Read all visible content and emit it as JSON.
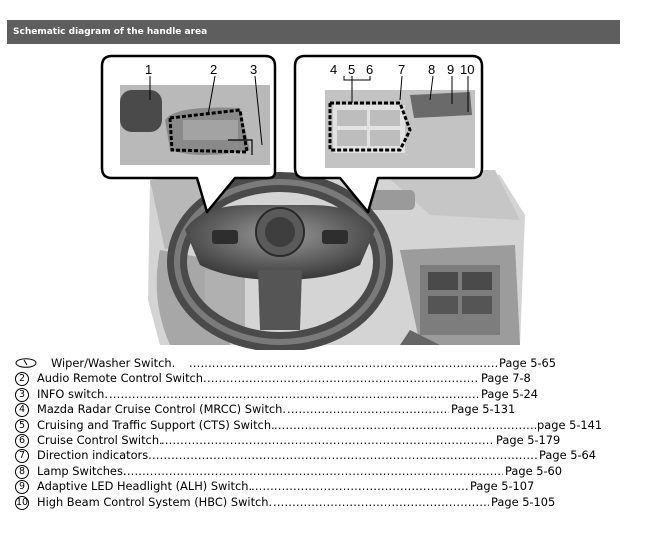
{
  "header": {
    "title": "Schematic diagram of the handle area"
  },
  "callouts": [
    "1",
    "2",
    "3",
    "4",
    "5",
    "6",
    "7",
    "8",
    "9",
    "10"
  ],
  "items": [
    {
      "num": "",
      "label": "Wiper/Washer Switch.",
      "page": "Page 5-65"
    },
    {
      "num": "2",
      "label": "Audio Remote Control Switch.",
      "page": "Page 7-8"
    },
    {
      "num": "3",
      "label": "INFO switch.",
      "page": "Page 5-24"
    },
    {
      "num": "4",
      "label": "Mazda Radar Cruise Control (MRCC) Switch.",
      "page": "Page 5-131"
    },
    {
      "num": "5",
      "label": "Cruising and Traffic Support (CTS) Switch.",
      "page": "page 5-141"
    },
    {
      "num": "6",
      "label": "Cruise Control Switch.",
      "page": "Page 5-179"
    },
    {
      "num": "7",
      "label": "Direction indicators.",
      "page": "Page 5-64"
    },
    {
      "num": "8",
      "label": "Lamp Switches.",
      "page": "Page 5-60"
    },
    {
      "num": "9",
      "label": "Adaptive LED Headlight (ALH) Switch.",
      "page": "Page 5-107"
    },
    {
      "num": "10",
      "label": "High Beam Control System (HBC) Switch.",
      "page": "Page 5-105"
    }
  ]
}
